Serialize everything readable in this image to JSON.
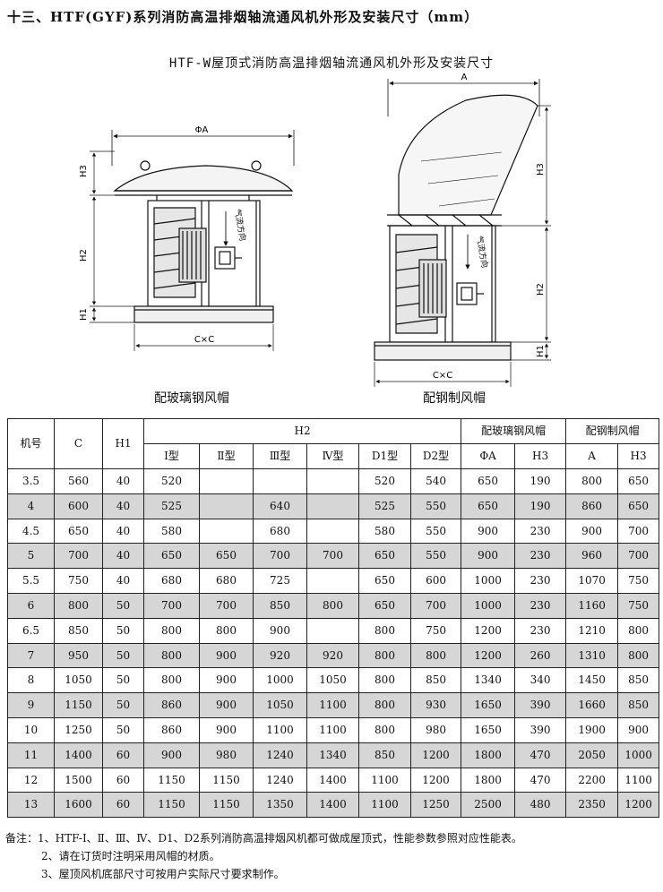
{
  "header": {
    "title": "十三、HTF(GYF)系列消防高温排烟轴流通风机外形及安装尺寸（mm）",
    "subtitle": "HTF-W屋顶式消防高温排烟轴流通风机外形及安装尺寸"
  },
  "left_drawing": {
    "dim_top": "ΦA",
    "dim_h3": "H3",
    "dim_h2": "H2",
    "dim_h1": "H1",
    "dim_base": "C×C",
    "airflow": "气流方向",
    "caption": "配玻璃钢风帽"
  },
  "right_drawing": {
    "dim_top": "A",
    "dim_h3": "H3",
    "dim_h2": "H2",
    "dim_h1": "H1",
    "dim_base": "C×C",
    "airflow": "气流方向",
    "caption": "配钢制风帽"
  },
  "table": {
    "headers": {
      "model": "机号",
      "c": "C",
      "h1": "H1",
      "h2": "H2",
      "frp_cap": "配玻璃钢风帽",
      "steel_cap": "配钢制风帽",
      "type1": "Ⅰ型",
      "type2": "Ⅱ型",
      "type3": "Ⅲ型",
      "type4": "Ⅳ型",
      "d1": "D1型",
      "d2": "D2型",
      "phi_a": "ΦA",
      "frp_h3": "H3",
      "a": "A",
      "steel_h3": "H3"
    },
    "rows": [
      [
        "3.5",
        "560",
        "40",
        "520",
        "",
        "",
        "",
        "520",
        "540",
        "650",
        "190",
        "800",
        "650"
      ],
      [
        "4",
        "600",
        "40",
        "525",
        "",
        "640",
        "",
        "525",
        "550",
        "650",
        "190",
        "860",
        "650"
      ],
      [
        "4.5",
        "650",
        "40",
        "580",
        "",
        "680",
        "",
        "580",
        "550",
        "900",
        "230",
        "900",
        "700"
      ],
      [
        "5",
        "700",
        "40",
        "650",
        "650",
        "700",
        "700",
        "650",
        "550",
        "900",
        "230",
        "960",
        "700"
      ],
      [
        "5.5",
        "750",
        "40",
        "680",
        "680",
        "725",
        "",
        "650",
        "600",
        "1000",
        "230",
        "1070",
        "750"
      ],
      [
        "6",
        "800",
        "50",
        "700",
        "700",
        "850",
        "800",
        "650",
        "700",
        "1000",
        "230",
        "1160",
        "750"
      ],
      [
        "6.5",
        "850",
        "50",
        "800",
        "800",
        "900",
        "",
        "800",
        "750",
        "1200",
        "230",
        "1210",
        "800"
      ],
      [
        "7",
        "950",
        "50",
        "800",
        "900",
        "920",
        "920",
        "800",
        "800",
        "1200",
        "260",
        "1310",
        "800"
      ],
      [
        "8",
        "1050",
        "50",
        "800",
        "900",
        "1000",
        "1050",
        "800",
        "850",
        "1340",
        "340",
        "1450",
        "850"
      ],
      [
        "9",
        "1150",
        "50",
        "860",
        "900",
        "1050",
        "1100",
        "800",
        "930",
        "1650",
        "390",
        "1660",
        "850"
      ],
      [
        "10",
        "1250",
        "50",
        "860",
        "900",
        "1100",
        "1100",
        "800",
        "980",
        "1650",
        "390",
        "1900",
        "900"
      ],
      [
        "11",
        "1400",
        "60",
        "900",
        "980",
        "1240",
        "1340",
        "850",
        "1200",
        "1800",
        "470",
        "2050",
        "1000"
      ],
      [
        "12",
        "1500",
        "60",
        "1150",
        "1150",
        "1240",
        "1400",
        "1100",
        "1200",
        "1800",
        "470",
        "2200",
        "1100"
      ],
      [
        "13",
        "1600",
        "60",
        "1150",
        "1150",
        "1350",
        "1400",
        "1100",
        "1250",
        "2500",
        "480",
        "2350",
        "1200"
      ]
    ]
  },
  "notes": [
    "备注：1、HTF-Ⅰ、Ⅱ、Ⅲ、Ⅳ、D1、D2系列消防高温排烟风机都可做成屋顶式，性能参数参照对应性能表。",
    "2、请在订货时注明采用风帽的材质。",
    "3、屋顶风机底部尺寸可按用户实际尺寸要求制作。"
  ]
}
